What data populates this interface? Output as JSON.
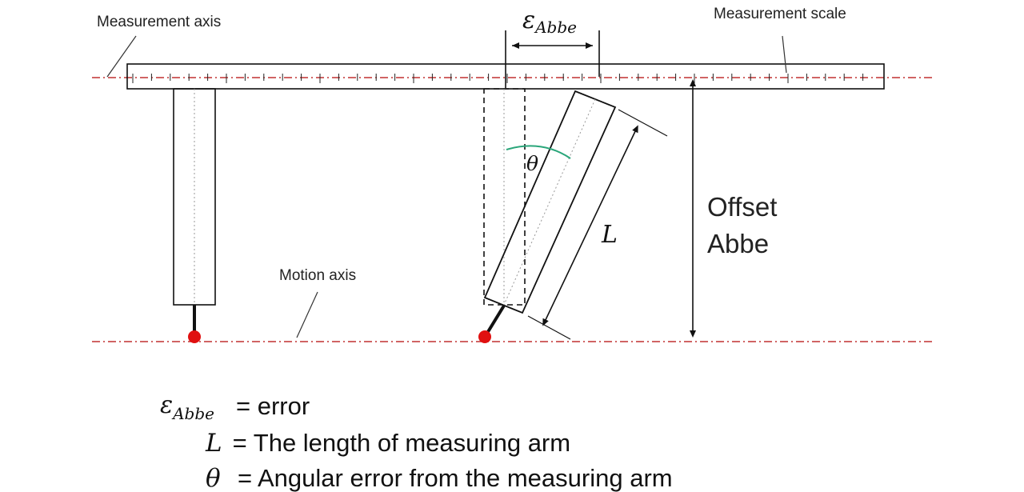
{
  "labels": {
    "measurement_axis": "Measurement axis",
    "measurement_scale": "Measurement scale",
    "motion_axis": "Motion axis",
    "epsilon_symbol": "ε",
    "epsilon_subscript": "Abbe",
    "theta_symbol": "θ",
    "length_symbol": "L",
    "offset_line1": "Offset",
    "offset_line2": "Abbe"
  },
  "legend": {
    "epsilon_symbol": "ε",
    "epsilon_subscript": "Abbe",
    "epsilon_text": "= error",
    "length_symbol": "L",
    "length_text": " = The length of measuring arm",
    "theta_symbol": "θ",
    "theta_text": "= Angular error from the measuring arm"
  },
  "colors": {
    "axis_line": "#c03030",
    "probe_tip": "#e01010",
    "angle_arc": "#2aa67a",
    "stroke": "#111111"
  }
}
